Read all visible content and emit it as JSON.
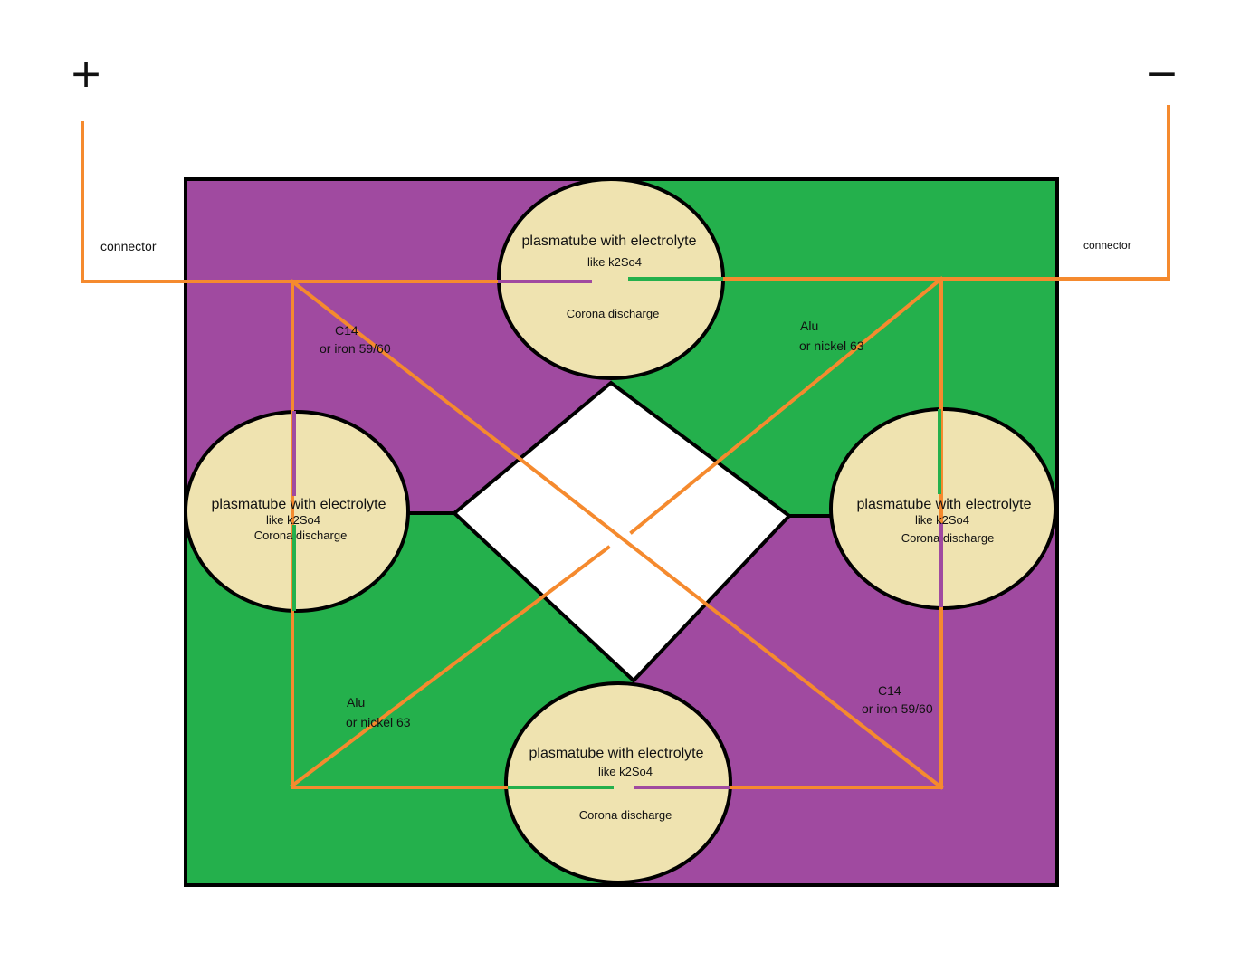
{
  "terminals": {
    "positive": "+",
    "negative": "−"
  },
  "connectors": {
    "left": "connector",
    "right": "connector"
  },
  "tubes": {
    "top": {
      "title": "plasmatube with electrolyte",
      "electrolyte": "like k2So4",
      "discharge": "Corona discharge"
    },
    "left": {
      "title": "plasmatube with electrolyte",
      "electrolyte": "like k2So4",
      "discharge": "Corona discharge"
    },
    "right": {
      "title": "plasmatube with electrolyte",
      "electrolyte": "like k2So4",
      "discharge": "Corona discharge"
    },
    "bottom": {
      "title": "plasmatube with electrolyte",
      "electrolyte": "like k2So4",
      "discharge": "Corona discharge"
    }
  },
  "materials": {
    "top_left": {
      "line1": "C14",
      "line2": "or iron 59/60"
    },
    "top_right": {
      "line1": "Alu",
      "line2": "or nickel 63"
    },
    "bottom_left": {
      "line1": "Alu",
      "line2": "or nickel 63"
    },
    "bottom_right": {
      "line1": "C14",
      "line2": "or iron 59/60"
    }
  },
  "colors": {
    "purple": "#a04aa0",
    "green": "#24b04c",
    "orange": "#f58a2e",
    "tube": "#efe3b0",
    "outline": "#000000",
    "center": "#ffffff"
  }
}
